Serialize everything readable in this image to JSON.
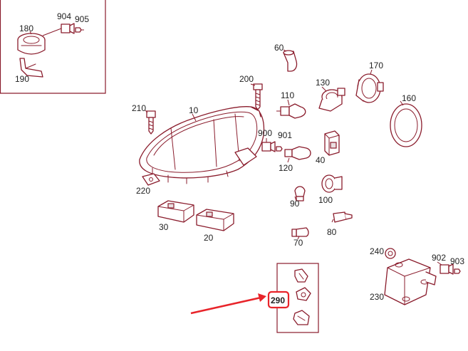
{
  "colors": {
    "line": "#8a1c2c",
    "label": "#222222",
    "callout": "#e8242a",
    "background": "#ffffff"
  },
  "labels": {
    "p10": "10",
    "p20": "20",
    "p30": "30",
    "p40": "40",
    "p60": "60",
    "p70": "70",
    "p80": "80",
    "p90": "90",
    "p100": "100",
    "p110": "110",
    "p120": "120",
    "p130": "130",
    "p160": "160",
    "p170": "170",
    "p180": "180",
    "p190": "190",
    "p200": "200",
    "p210": "210",
    "p220": "220",
    "p230": "230",
    "p240": "240",
    "p290": "290",
    "p900": "900",
    "p901": "901",
    "p902": "902",
    "p903": "903",
    "p904": "904",
    "p905": "905"
  },
  "highlight": {
    "part": "290",
    "icon": "arrow-icon"
  }
}
